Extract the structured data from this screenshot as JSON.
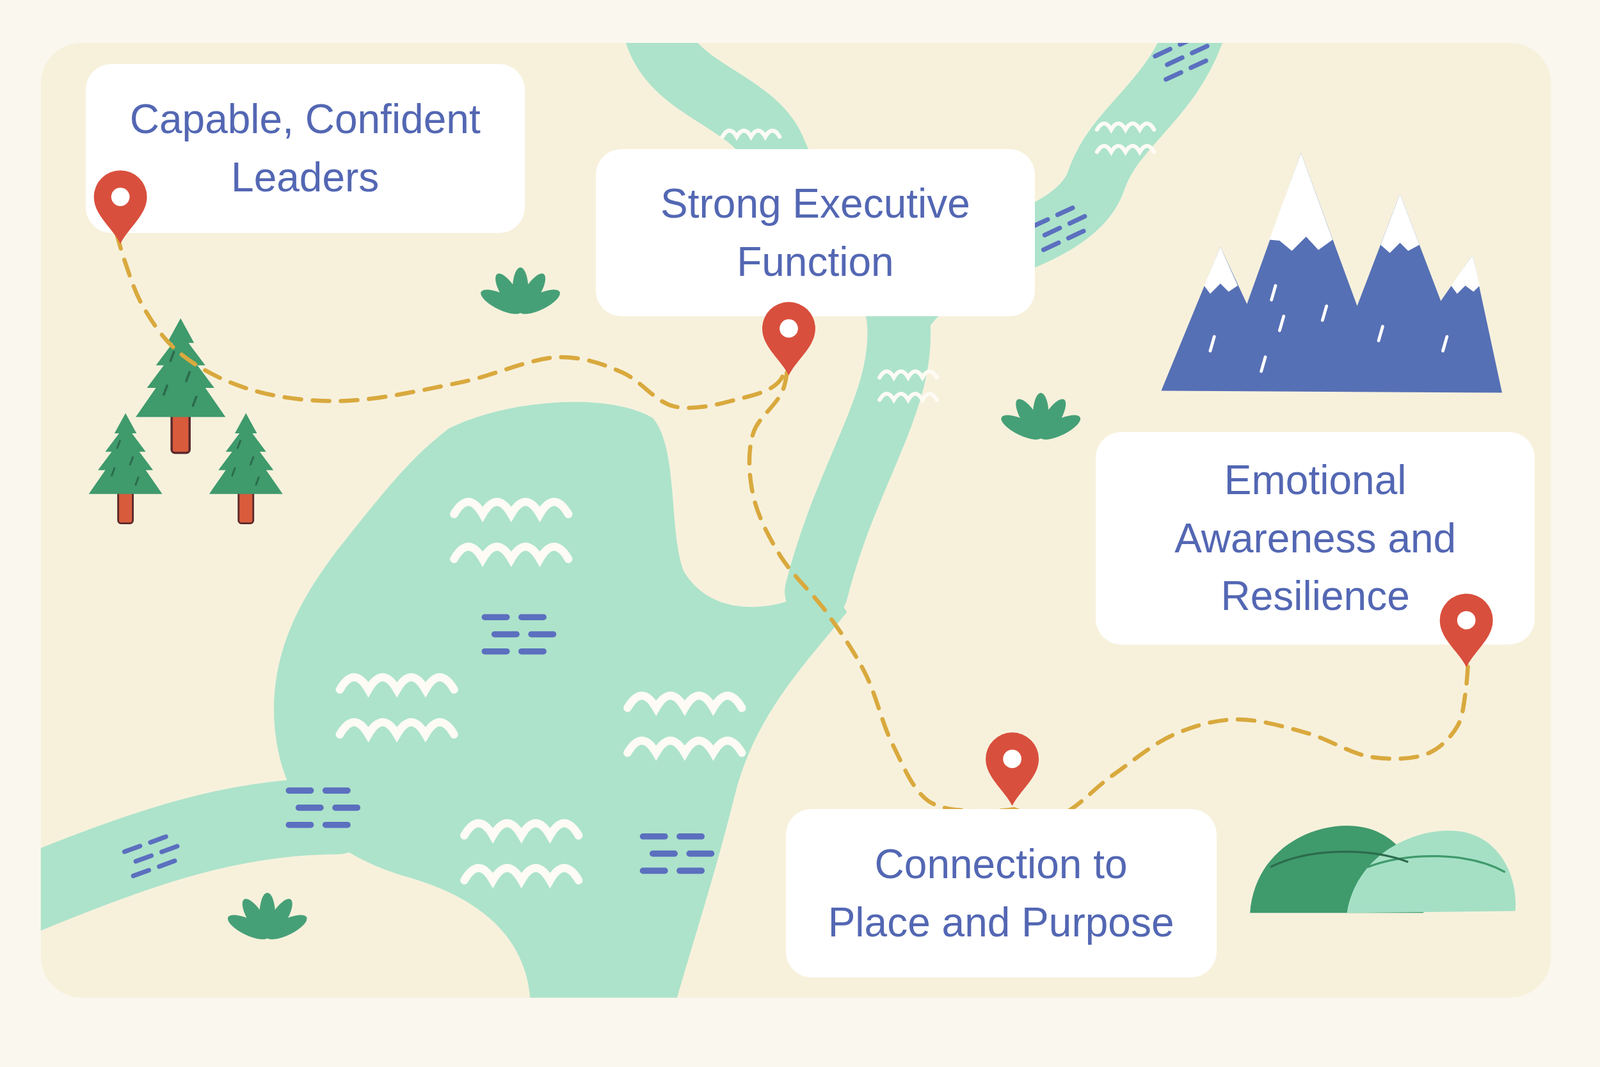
{
  "diagram": {
    "nodes": [
      {
        "text": [
          "Capable, Confident Leaders"
        ]
      },
      {
        "text": [
          "Strong Executive Function"
        ]
      },
      {
        "text": [
          "Emotional Awareness and Resilience"
        ]
      },
      {
        "text": [
          "Connection to Place and Purpose"
        ]
      }
    ],
    "edges": [
      {
        "from": 0,
        "to": 1,
        "arrow": "none"
      },
      {
        "from": 1,
        "to": 3,
        "arrow": "none"
      },
      {
        "from": 3,
        "to": 2,
        "arrow": "none"
      }
    ]
  }
}
